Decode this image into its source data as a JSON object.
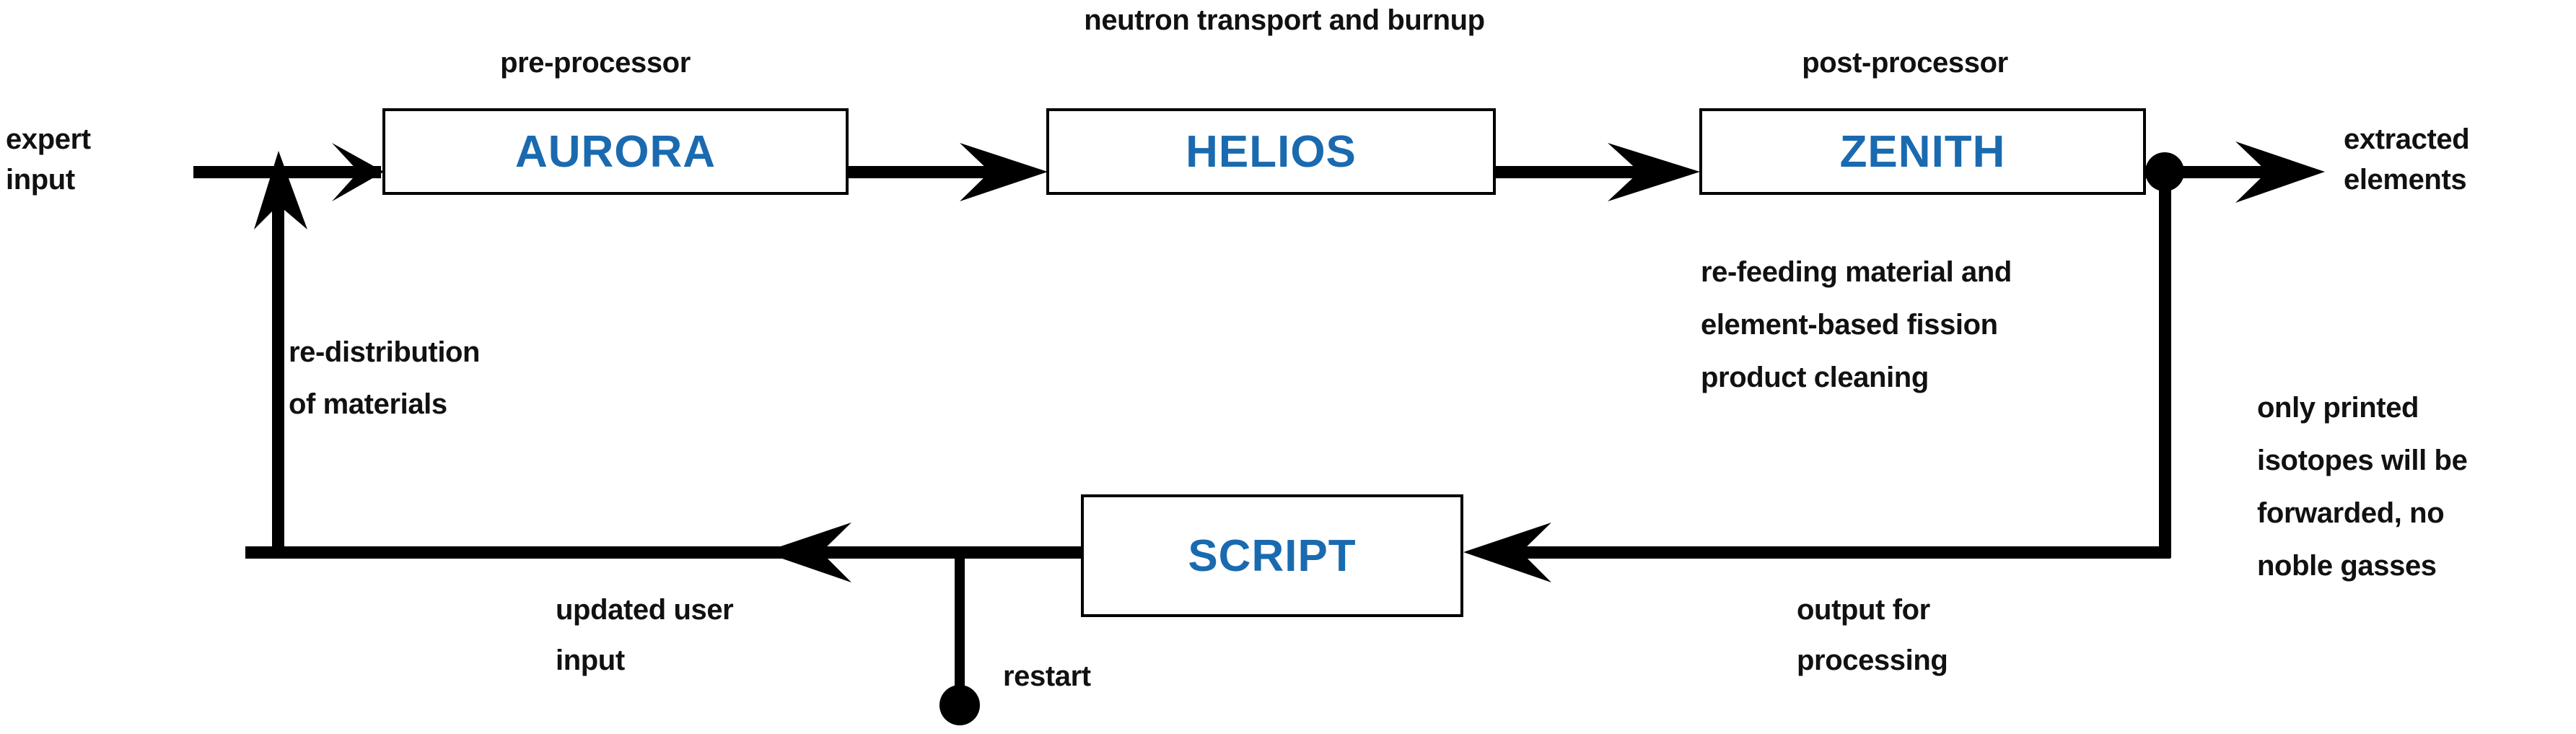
{
  "diagram": {
    "title": "code sequence flow",
    "accent_color": "#1a6ab0",
    "line_color": "#000000",
    "background": "#ffffff"
  },
  "nodes": [
    {
      "id": "aurora",
      "label": "AURORA",
      "caption": "pre-processor"
    },
    {
      "id": "helios",
      "label": "HELIOS",
      "caption": "neutron transport and burnup"
    },
    {
      "id": "zenith",
      "label": "ZENITH",
      "caption": "post-processor"
    },
    {
      "id": "script",
      "label": "SCRIPT",
      "caption": ""
    }
  ],
  "labels": {
    "expert_input_line1": "expert",
    "expert_input_line2": "input",
    "pre_processor": "pre-processor",
    "neutron_transport": "neutron transport and burnup",
    "post_processor": "post-processor",
    "extracted_line1": "extracted",
    "extracted_line2": "elements",
    "redistribution_line1": "re-distribution",
    "redistribution_line2": "of materials",
    "refeeding_line1": "re-feeding material and",
    "refeeding_line2": "element-based fission",
    "refeeding_line3": "product cleaning",
    "only_printed_line1": "only printed",
    "only_printed_line2": "isotopes will be",
    "only_printed_line3": "forwarded, no",
    "only_printed_line4": "noble gasses",
    "updated_user_line1": "updated user",
    "updated_user_line2": "input",
    "restart": "restart",
    "output_for_line1": "output for",
    "output_for_line2": "processing"
  },
  "edges": [
    {
      "from": "expert-input",
      "to": "aurora",
      "label": "expert input"
    },
    {
      "from": "aurora",
      "to": "helios",
      "label": ""
    },
    {
      "from": "helios",
      "to": "zenith",
      "label": ""
    },
    {
      "from": "zenith",
      "to": "extracted-elements",
      "label": "extracted elements"
    },
    {
      "from": "zenith-junction",
      "to": "script",
      "label": "output for processing"
    },
    {
      "from": "script",
      "to": "aurora-feedback",
      "label": "updated user input"
    },
    {
      "from": "script-branch",
      "to": "restart-terminal",
      "label": "restart"
    }
  ]
}
